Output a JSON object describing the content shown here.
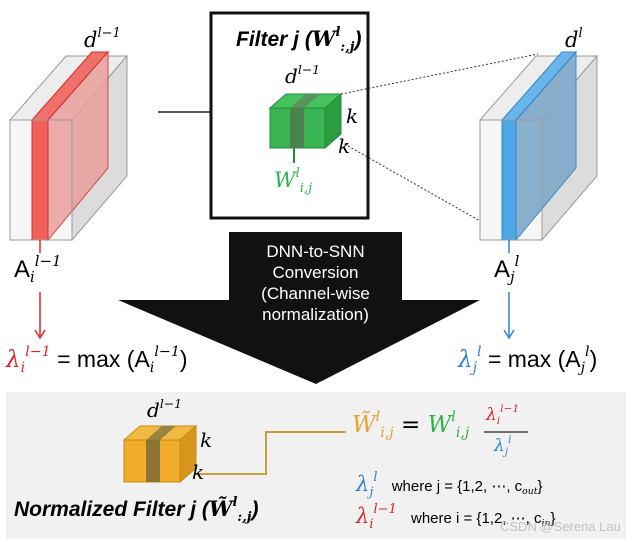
{
  "filter_box": {
    "title": "Filter j",
    "title_symbol": "W",
    "title_sup": "l",
    "title_sub": ":,j"
  },
  "left_block": {
    "depth_label": "d",
    "depth_sup": "l−1",
    "activation": "A",
    "activation_sub": "i",
    "activation_sup": "l−1"
  },
  "right_block": {
    "depth_label": "d",
    "depth_sup": "l",
    "activation": "A",
    "activation_sub": "j",
    "activation_sup": "l"
  },
  "filter_cube": {
    "depth_label": "d",
    "depth_sup": "l−1",
    "k_right": "k",
    "k_bottom": "k",
    "weight": "W",
    "weight_sup": "l",
    "weight_sub": "i,j"
  },
  "conversion_arrow": {
    "line1": "DNN-to-SNN",
    "line2": "Conversion",
    "line3": "(Channel-wise",
    "line4": "normalization)"
  },
  "lambda_left": {
    "symbol": "λ",
    "sub": "i",
    "sup": "l−1",
    "eq": "= max (",
    "a": "A",
    "a_sub": "i",
    "a_sup": "l−1",
    "close": ")"
  },
  "lambda_right": {
    "symbol": "λ",
    "sub": "j",
    "sup": "l",
    "eq": "= max (",
    "a": "A",
    "a_sub": "j",
    "a_sup": "l",
    "close": ")"
  },
  "normalized_panel": {
    "cube_depth": "d",
    "cube_depth_sup": "l−1",
    "k_right": "k",
    "k_bottom": "k",
    "formula_lhs": "W̃",
    "formula_lhs_sup": "l",
    "formula_lhs_sub": "i,j",
    "formula_eq": "=",
    "formula_w": "W",
    "formula_w_sup": "l",
    "formula_w_sub": "i,j",
    "frac_num": "λ",
    "frac_num_sub": "i",
    "frac_num_sup": "l−1",
    "frac_den": "λ",
    "frac_den_sub": "j",
    "frac_den_sup": "l",
    "where1_sym": "λ",
    "where1_sub": "j",
    "where1_sup": "l",
    "where1_text": "where j = {1,2, ⋯, c",
    "where1_tail_sub": "out",
    "where1_close": "}",
    "where2_sym": "λ",
    "where2_sub": "i",
    "where2_sup": "l−1",
    "where2_text": "where i = {1,2, ⋯, c",
    "where2_tail_sub": "in",
    "where2_close": "}",
    "title": "Normalized Filter j (",
    "title_sym": "W̃",
    "title_sup": "l",
    "title_sub": ":,j",
    "title_close": ")"
  },
  "watermark": "CSDN @Serena Lau",
  "colors": {
    "red": "#e0262a",
    "blue": "#2f84cf",
    "green": "#2fb34a",
    "gold": "#e6a52a",
    "panel": "#f1f1f1"
  }
}
